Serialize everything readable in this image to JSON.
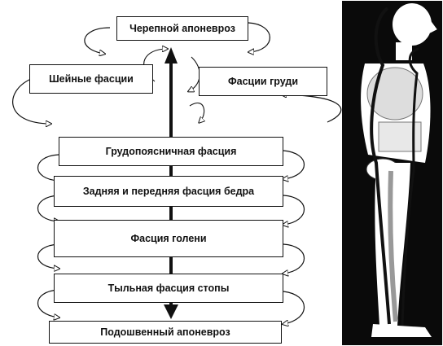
{
  "diagram": {
    "labels": {
      "cranial_aponeurosis": "Черепной апоневроз",
      "neck_fascia": "Шейные фасции",
      "chest_fascia": "Фасции груди",
      "thoracolumbar_fascia": "Грудопоясничная фасция",
      "thigh_fascia": "Задняя и передняя фасция бедра",
      "shin_fascia": "Фасция голени",
      "dorsal_foot_fascia": "Тыльная фасция стопы",
      "plantar_aponeurosis": "Подошвенный апоневроз"
    },
    "colors": {
      "line": "#111111",
      "background": "#ffffff",
      "panel": "#0a0a0a"
    }
  }
}
